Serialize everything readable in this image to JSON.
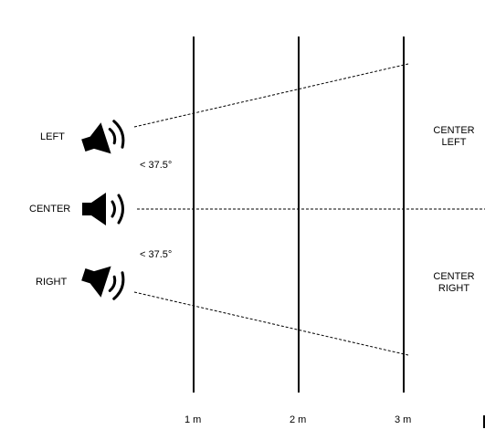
{
  "speakers": {
    "left": "LEFT",
    "center": "CENTER",
    "right": "RIGHT"
  },
  "angles": {
    "upper": "< 37.5°",
    "lower": "< 37.5°"
  },
  "zones": {
    "center_left": [
      "CENTER",
      "LEFT"
    ],
    "center_right": [
      "CENTER",
      "RIGHT"
    ]
  },
  "distances": [
    "1 m",
    "2 m",
    "3 m"
  ],
  "icons": {
    "speaker": "speaker-icon"
  }
}
